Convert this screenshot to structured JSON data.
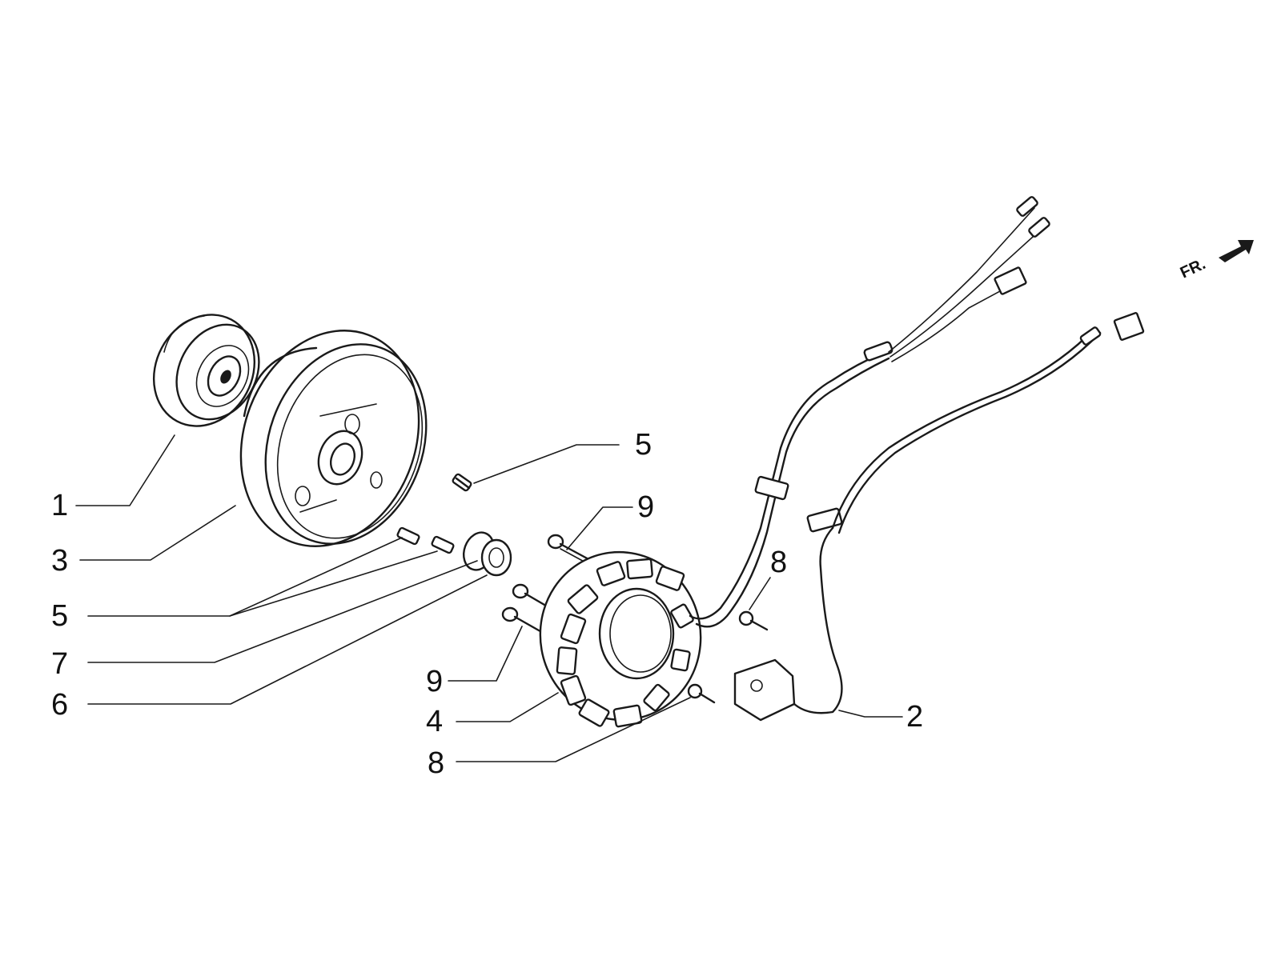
{
  "callouts": [
    {
      "id": "c1",
      "label": "1"
    },
    {
      "id": "c3",
      "label": "3"
    },
    {
      "id": "c5a",
      "label": "5"
    },
    {
      "id": "c5b",
      "label": "5"
    },
    {
      "id": "c7",
      "label": "7"
    },
    {
      "id": "c6",
      "label": "6"
    },
    {
      "id": "c9a",
      "label": "9"
    },
    {
      "id": "c9b",
      "label": "9"
    },
    {
      "id": "c4",
      "label": "4"
    },
    {
      "id": "c8a",
      "label": "8"
    },
    {
      "id": "c8b",
      "label": "8"
    },
    {
      "id": "c2",
      "label": "2"
    }
  ],
  "direction_label": "FR."
}
